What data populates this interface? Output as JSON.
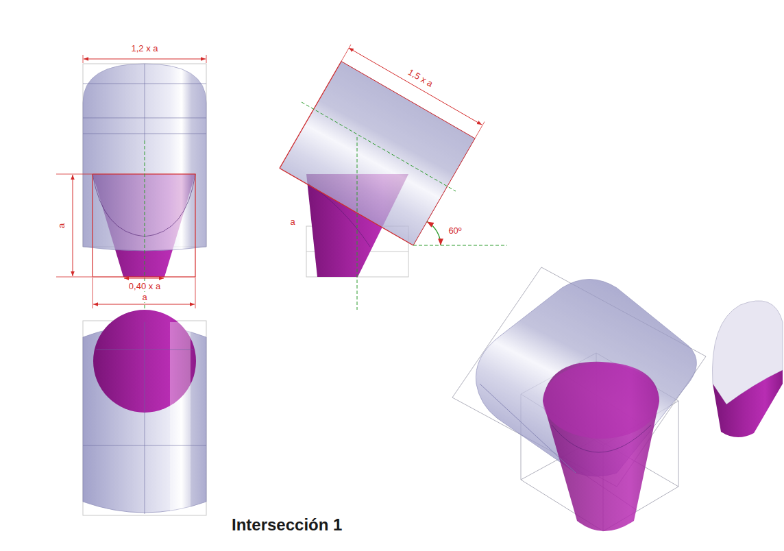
{
  "diagram": {
    "title": "Intersección 1",
    "labels": [
      "1,2 x a",
      "1,5 x a",
      "a",
      "a",
      "60º",
      "0,40 x a",
      "a"
    ]
  }
}
